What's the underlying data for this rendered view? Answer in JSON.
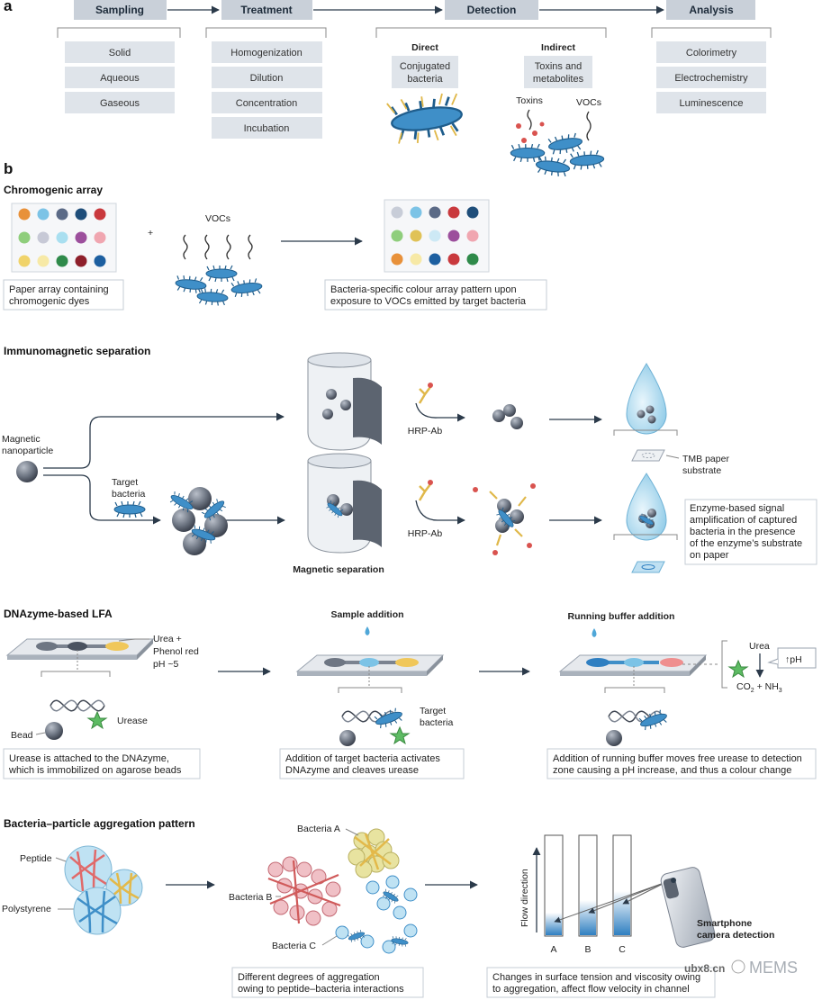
{
  "panel_a": {
    "letter": "a",
    "headers": [
      "Sampling",
      "Treatment",
      "Detection",
      "Analysis"
    ],
    "sampling_items": [
      "Solid",
      "Aqueous",
      "Gaseous"
    ],
    "treatment_items": [
      "Homogenization",
      "Dilution",
      "Concentration",
      "Incubation"
    ],
    "direct_title": "Direct",
    "direct_box": [
      "Conjugated",
      "bacteria"
    ],
    "indirect_title": "Indirect",
    "indirect_box": [
      "Toxins and",
      "metabolites"
    ],
    "toxins_label": "Toxins",
    "vocs_label": "VOCs",
    "analysis_items": [
      "Colorimetry",
      "Electrochemistry",
      "Luminescence"
    ]
  },
  "panel_b": {
    "letter": "b",
    "chromogenic": {
      "title": "Chromogenic array",
      "plus": "+",
      "vocs": "VOCs",
      "left_caption": [
        "Paper array containing",
        "chromogenic dyes"
      ],
      "right_caption": [
        "Bacteria-specific colour array pattern upon",
        "exposure to VOCs emitted by target bacteria"
      ],
      "dye_colors_left": [
        "#e8913a",
        "#7cc3e6",
        "#5b6a86",
        "#1f4e7a",
        "#c9393d",
        "#8fce7c",
        "#c7c9d6",
        "#a9dff0",
        "#9c4f9c",
        "#f0a6b0",
        "#f0d36a",
        "#f7e9a6",
        "#2f8a4a",
        "#8e1f2a",
        "#1d5fa0"
      ],
      "dye_colors_right": [
        "#c8cdd8",
        "#7cc3e6",
        "#5b6a86",
        "#c9393d",
        "#1f4e7a",
        "#8fce7c",
        "#e0c257",
        "#cde9f5",
        "#9c4f9c",
        "#f0a6b0",
        "#e8913a",
        "#f7e9a6",
        "#1d5fa0",
        "#c9393d",
        "#2f8a4a"
      ]
    },
    "immuno": {
      "title": "Immunomagnetic separation",
      "magnetic_label": [
        "Magnetic",
        "nanoparticle"
      ],
      "target_label": [
        "Target",
        "bacteria"
      ],
      "hrp1": "HRP-Ab",
      "hrp2": "HRP-Ab",
      "tmb_label": [
        "TMB paper",
        "substrate"
      ],
      "magsep": "Magnetic separation",
      "enzyme_caption": [
        "Enzyme-based signal",
        "amplification of captured",
        "bacteria in the presence",
        "of the enzyme’s substrate",
        "on paper"
      ]
    },
    "dnazyme": {
      "title": "DNAzyme-based LFA",
      "sample_addition": "Sample addition",
      "running_buffer": "Running buffer addition",
      "urea_phenol": [
        "Urea +",
        "Phenol red",
        "pH ~5"
      ],
      "urease": "Urease",
      "bead": "Bead",
      "target_bacteria": [
        "Target",
        "bacteria"
      ],
      "urea": "Urea",
      "ph_up": "↑pH",
      "co2": "CO",
      "co2_sub": "2",
      "nh3": " + NH",
      "nh3_sub": "3",
      "cap1": [
        "Urease is attached to the DNAzyme,",
        "which is immobilized on agarose beads"
      ],
      "cap2": [
        "Addition of target bacteria activates",
        "DNAzyme and cleaves urease"
      ],
      "cap3": [
        "Addition of running buffer moves free urease to detection",
        "zone causing a pH increase, and thus a colour change"
      ]
    },
    "aggregation": {
      "title": "Bacteria–particle aggregation pattern",
      "peptide": "Peptide",
      "polystyrene": "Polystyrene",
      "bacteria_a": "Bacteria A",
      "bacteria_b": "Bacteria B",
      "bacteria_c": "Bacteria C",
      "flow_direction": "Flow direction",
      "channels": [
        "A",
        "B",
        "C"
      ],
      "smartphone": [
        "Smartphone",
        "camera detection"
      ],
      "cap1": [
        "Different degrees of aggregation",
        "owing to peptide–bacteria interactions"
      ],
      "cap2": [
        "Changes in surface tension and viscosity owing",
        "to aggregation, affect flow velocity in channel"
      ],
      "watermark_site": "ubx8.cn",
      "watermark_brand": "MEMS"
    }
  },
  "colors": {
    "header_fill": "#c9d0d9",
    "item_fill": "#dfe4ea",
    "bacteria_blue": "#3f8fc8",
    "arrow": "#2b3a4a",
    "sphere_gray": "#6e7683"
  }
}
